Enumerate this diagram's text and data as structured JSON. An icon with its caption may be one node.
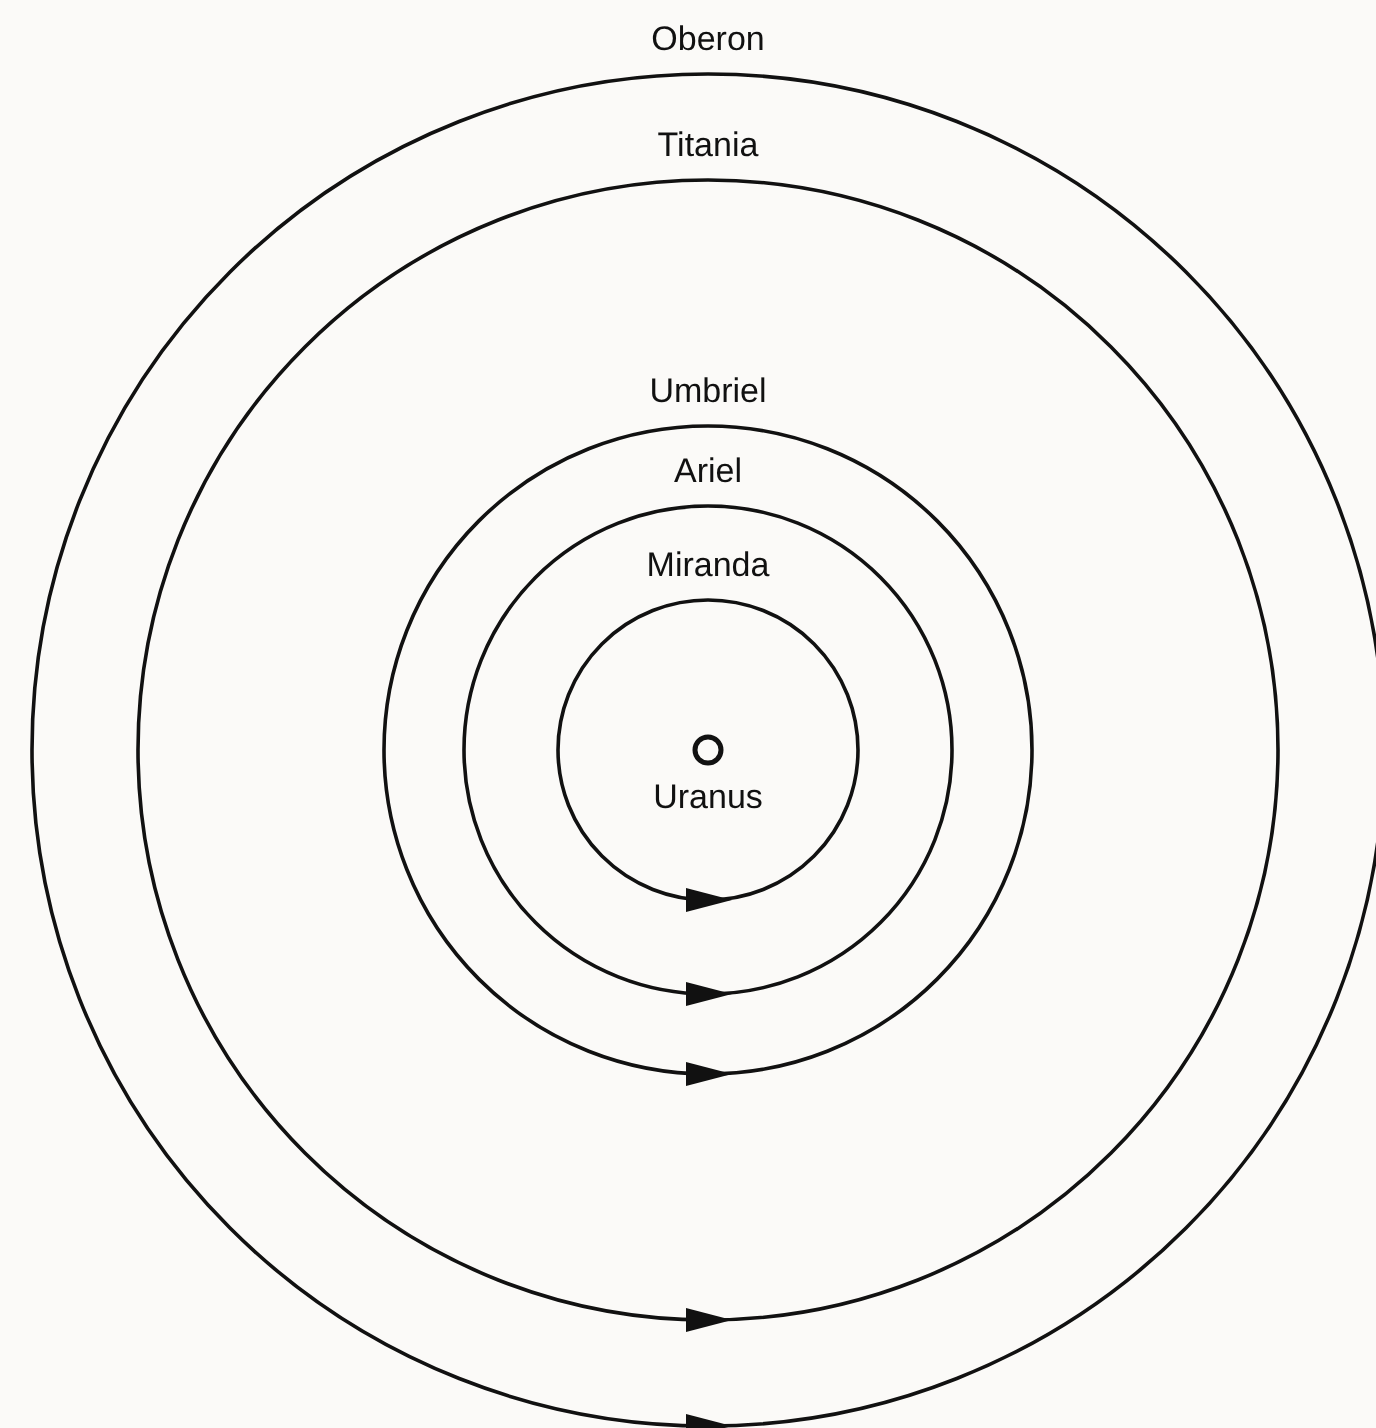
{
  "diagram": {
    "nodes": [
      {
        "text": [
          "Oberon"
        ]
      },
      {
        "text": [
          "Titania"
        ],
        "in": 0
      },
      {
        "text": [
          "Umbriel"
        ],
        "in": 1
      },
      {
        "text": [
          "Ariel"
        ],
        "in": 2
      },
      {
        "text": [
          "Miranda"
        ],
        "in": 3
      },
      {
        "text": [
          "Uranus"
        ],
        "in": 4
      }
    ]
  }
}
